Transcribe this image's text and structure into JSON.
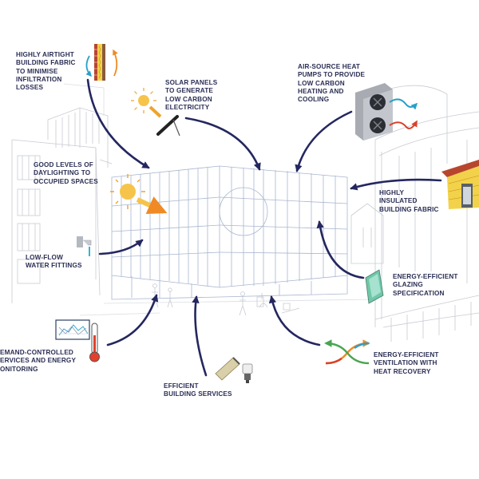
{
  "colors": {
    "arrow": "#24275f",
    "label_text": "#2b2f55",
    "sketch_line": "#c9cbd3",
    "building_line": "#a9b6cf",
    "sun": "#f6c44a",
    "sun_ray": "#f0a32b",
    "water": "#2fb8d0",
    "thermometer": "#e2402c",
    "heat_arrow_red": "#d8412a",
    "cool_arrow_blue": "#2aa0c8",
    "ventilation_green": "#4aa552",
    "ventilation_orange": "#f08a24",
    "insulation_yellow": "#f2d24a",
    "brick_red": "#b8462d",
    "glazing_green": "#6fc7a8"
  },
  "labels": {
    "airtight": "HIGHLY AIRTIGHT\nBUILDING FABRIC\nTO MINIMISE\nINFILTRATION\nLOSSES",
    "solar": "SOLAR PANELS\nTO GENERATE\nLOW CARBON\nELECTRICITY",
    "heat_pumps": "AIR-SOURCE HEAT\nPUMPS TO PROVIDE\nLOW CARBON\nHEATING AND\nCOOLING",
    "daylighting": "GOOD LEVELS OF\nDAYLIGHTING TO\nOCCUPIED SPACES",
    "insulated": "HIGHLY\nINSULATED\nBUILDING FABRIC",
    "low_flow": "LOW-FLOW\nWATER FITTINGS",
    "glazing": "ENERGY-EFFICIENT\nGLAZING\nSPECIFICATION",
    "demand": "EMAND-CONTROLLED\nERVICES AND ENERGY\nONITORING",
    "ventilation": "ENERGY-EFFICIENT\nVENTILATION WITH\nHEAT RECOVERY",
    "services": "EFFICIENT\nBUILDING SERVICES"
  },
  "icons": [
    "wall-section-icon",
    "solar-panel-icon",
    "sun-icon",
    "heat-pump-icon",
    "roof-insulation-icon",
    "tap-icon",
    "glazing-panel-icon",
    "monitoring-chart-icon",
    "thermometer-icon",
    "ventilation-arrows-icon",
    "led-bulb-icon"
  ]
}
